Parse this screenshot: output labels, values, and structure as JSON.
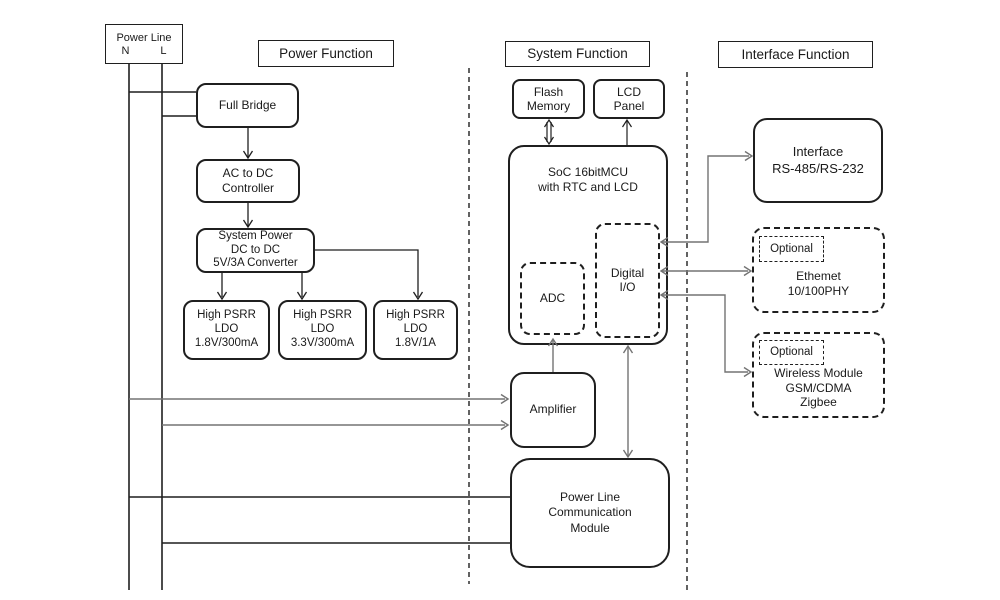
{
  "diagram": {
    "sections": {
      "power": {
        "label": "Power Function"
      },
      "system": {
        "label": "System Function"
      },
      "interface": {
        "label": "Interface Function"
      }
    },
    "power_line": {
      "title": "Power Line",
      "n": "N",
      "l": "L"
    },
    "nodes": {
      "full_bridge": "Full Bridge",
      "ac_dc": "AC to DC\nController",
      "system_power": "System Power\nDC to DC\n5V/3A Converter",
      "ldo1": "High PSRR\nLDO\n1.8V/300mA",
      "ldo2": "High PSRR\nLDO\n3.3V/300mA",
      "ldo3": "High PSRR\nLDO\n1.8V/1A",
      "flash": "Flash\nMemory",
      "lcd": "LCD\nPanel",
      "soc": "SoC 16bitMCU\nwith RTC and LCD",
      "adc": "ADC",
      "digital_io": "Digital\nI/O",
      "amplifier": "Amplifier",
      "plc": "Power Line\nCommunication\nModule",
      "interface_rs": "Interface\nRS-485/RS-232",
      "ethernet": {
        "optional": "Optional",
        "label": "Ethemet\n10/100PHY"
      },
      "wireless": {
        "optional": "Optional",
        "label": "Wireless Module\nGSM/CDMA\nZigbee"
      }
    },
    "colors": {
      "box_line": "#1f1f1f",
      "signal_line": "#737373",
      "text": "#1a1a1a",
      "background": "#ffffff"
    }
  }
}
